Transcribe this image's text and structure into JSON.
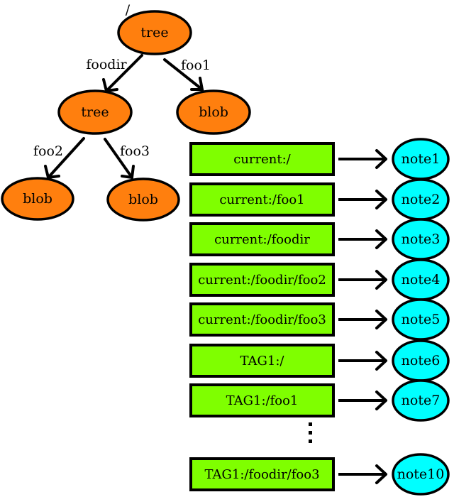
{
  "colors": {
    "tree_node": "#ff7f0e",
    "ref_box": "#7fff00",
    "note_node": "#00ffff",
    "stroke": "#000000"
  },
  "tree": {
    "root_path": "/",
    "nodes": {
      "root": "tree",
      "foodir": "tree",
      "foo1": "blob",
      "foo2": "blob",
      "foo3": "blob"
    },
    "edges": {
      "foodir": "foodir",
      "foo1": "foo1",
      "foo2": "foo2",
      "foo3": "foo3"
    }
  },
  "mappings": [
    {
      "ref": "current:/",
      "note": "note1"
    },
    {
      "ref": "current:/foo1",
      "note": "note2"
    },
    {
      "ref": "current:/foodir",
      "note": "note3"
    },
    {
      "ref": "current:/foodir/foo2",
      "note": "note4"
    },
    {
      "ref": "current:/foodir/foo3",
      "note": "note5"
    },
    {
      "ref": "TAG1:/",
      "note": "note6"
    },
    {
      "ref": "TAG1:/foo1",
      "note": "note7"
    },
    {
      "ref": "TAG1:/foodir/foo3",
      "note": "note10"
    }
  ],
  "ellipsis": "⋮"
}
